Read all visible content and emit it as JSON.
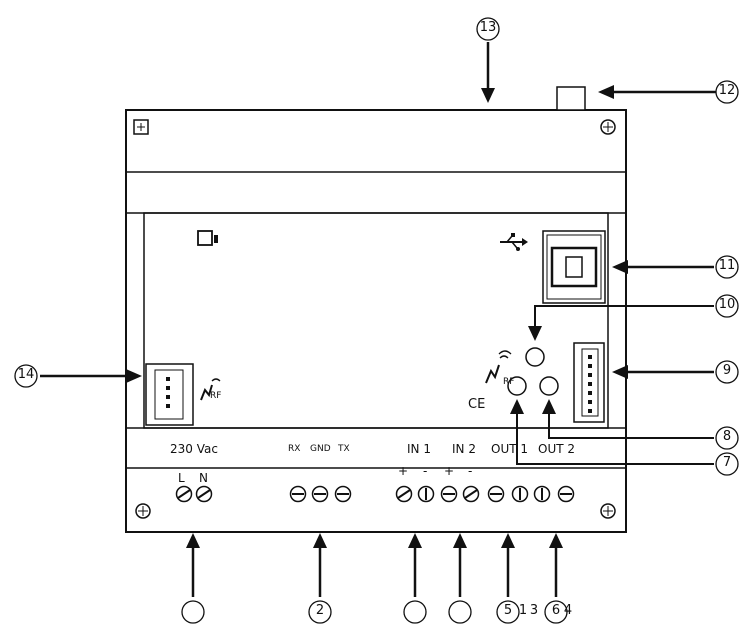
{
  "callouts": {
    "c13": "13",
    "c12": "12",
    "c11": "11",
    "c10": "10",
    "c9": "9",
    "c8": "8",
    "c7": "7",
    "c14": "14",
    "b2": "2",
    "b5": "5",
    "b6": "6",
    "b3": "3",
    "b4": "4"
  },
  "labels": {
    "power": "230 Vac",
    "l": "L",
    "n": "N",
    "rx": "RX",
    "gnd": "GND",
    "tx": "TX",
    "in1": "IN 1",
    "in2": "IN 2",
    "out1": "OUT 1",
    "out2": "OUT 2",
    "plus1": "+",
    "minus1": "-",
    "plus2": "+",
    "minus2": "-",
    "rf_left": "RF",
    "rf_right": "RF",
    "ce": "CE"
  },
  "icons": [
    "usb-icon",
    "rf-icon",
    "ce-mark-icon",
    "battery-icon",
    "screw-icon"
  ]
}
